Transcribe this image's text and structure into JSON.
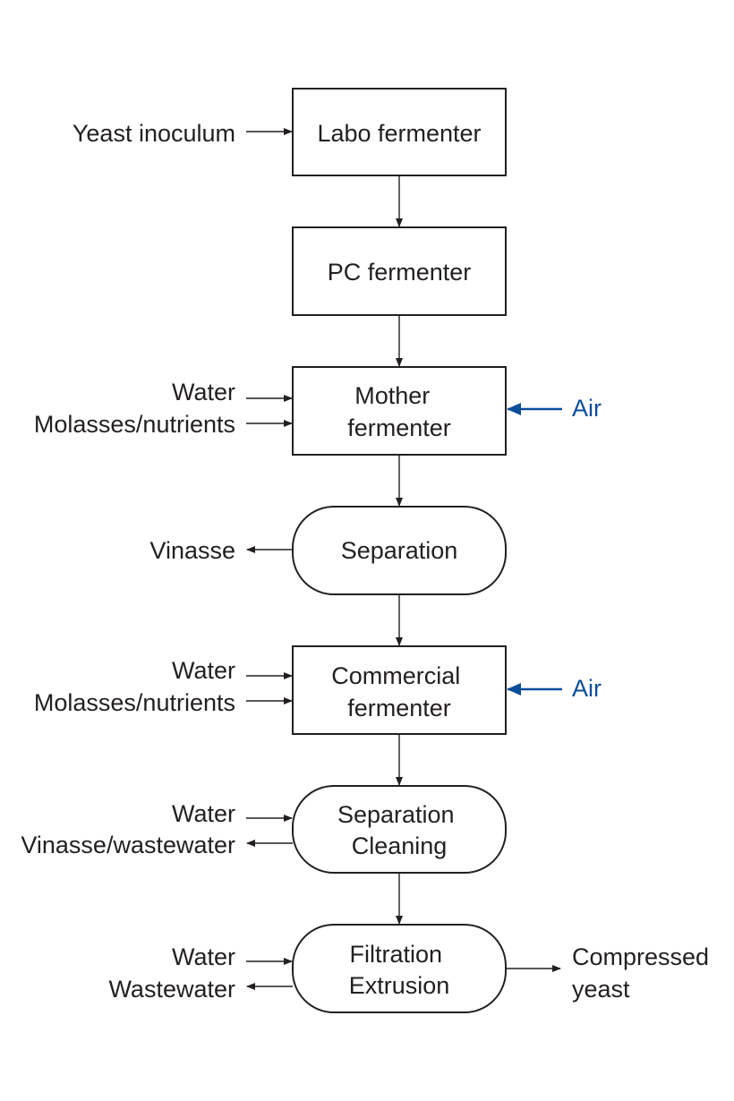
{
  "nodes": {
    "labo": {
      "lines": [
        "Labo fermenter"
      ]
    },
    "pc": {
      "lines": [
        "PC fermenter"
      ]
    },
    "mother": {
      "lines": [
        "Mother",
        "fermenter"
      ]
    },
    "separation1": {
      "lines": [
        "Separation"
      ]
    },
    "commercial": {
      "lines": [
        "Commercial",
        "fermenter"
      ]
    },
    "separation2": {
      "lines": [
        "Separation",
        "Cleaning"
      ]
    },
    "filtration": {
      "lines": [
        "Filtration",
        "Extrusion"
      ]
    }
  },
  "inputs": {
    "yeast_inoculum": "Yeast inoculum",
    "mother_water": "Water",
    "mother_molasses": "Molasses/nutrients",
    "mother_air": "Air",
    "commercial_water": "Water",
    "commercial_molasses": "Molasses/nutrients",
    "commercial_air": "Air",
    "sep2_water": "Water",
    "filtration_water": "Water"
  },
  "outputs": {
    "vinasse": "Vinasse",
    "vinasse_wastewater": "Vinasse/wastewater",
    "wastewater": "Wastewater",
    "compressed_yeast": [
      "Compressed",
      "yeast"
    ]
  },
  "colors": {
    "ink": "#231f20",
    "air": "#0a4e9b"
  }
}
